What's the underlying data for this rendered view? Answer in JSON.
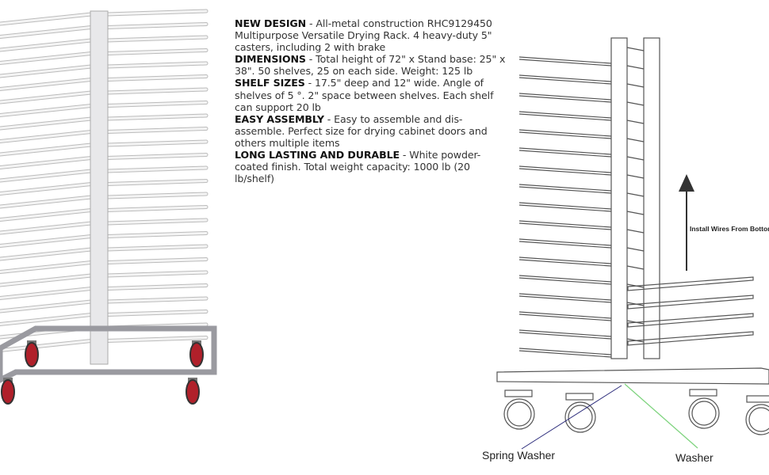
{
  "features": [
    {
      "heading": "NEW DESIGN",
      "text": " - All-metal construction RHC9129450 Multipurpose Versatile Drying Rack. 4 heavy-duty 5\" casters, including 2 with brake"
    },
    {
      "heading": "DIMENSIONS",
      "text": " - Total height of 72\" x Stand base: 25\" x 38\". 50 shelves, 25 on each side. Weight: 125 lb"
    },
    {
      "heading": "SHELF SIZES",
      "text": " - 17.5\" deep and 12\" wide. Angle of shelves of 5 °. 2\" space between shelves. Each shelf can support 20 lb"
    },
    {
      "heading": "EASY ASSEMBLY",
      "text": " - Easy to assemble and dis-assemble. Perfect size for drying cabinet doors and others multiple items"
    },
    {
      "heading": "LONG LASTING AND DURABLE",
      "text": " - White powder-coated finish. Total weight capacity: 1000 lb (20 lb/shelf)"
    }
  ],
  "diagram": {
    "install_note": "Install Wires From Bottom",
    "spring_washer_label": "Spring Washer",
    "washer_label": "Washer",
    "spring_washer_line_color": "#2a2a7a",
    "washer_line_color": "#7fd47f"
  },
  "colors": {
    "caster_wheel": "#b0202a",
    "rack_frame": "#e8e8ea"
  }
}
